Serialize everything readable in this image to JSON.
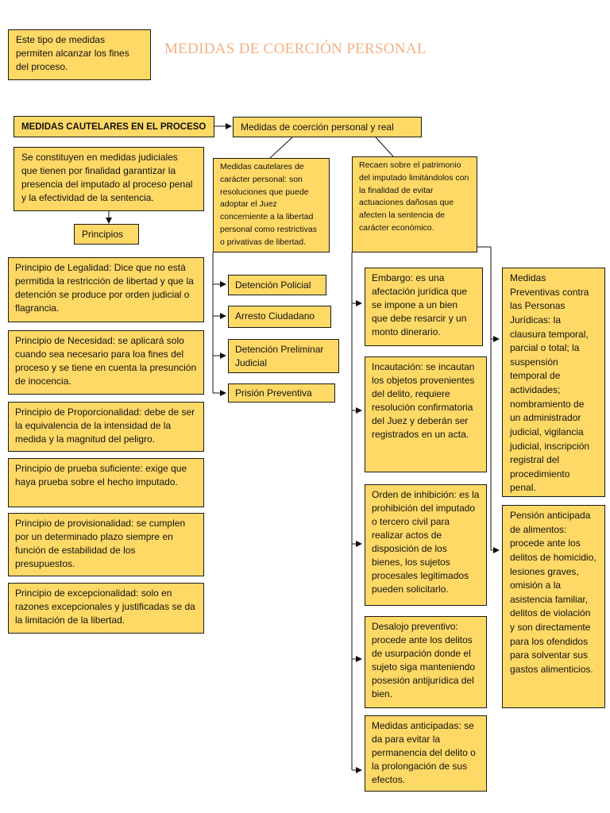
{
  "title": "MEDIDAS DE COERCIÓN PERSONAL",
  "intro": "Este tipo de medidas permiten alcanzar los fines del proceso.",
  "cautelares_header": "MEDIDAS CAUTELARES EN EL PROCESO",
  "cautelares_desc": "Se constituyen en medidas judiciales que tienen por finalidad garantizar la presencia del imputado al proceso penal y la efectividad de la sentencia.",
  "principios_label": "Principios",
  "principios": [
    "Principio de Legalidad: Dice que no está permitida la restricción de libertad y que la detención se produce por orden judicial o flagrancia.",
    "Principio de Necesidad: se aplicará solo cuando sea necesario para loa fines del proceso y se tiene en cuenta la presunción de inocencia.",
    "Principio de Proporcionalidad: debe de ser la equivalencia de la intensidad de la medida y la magnitud del peligro.",
    "Principio de prueba suficiente: exige que haya prueba sobre el hecho imputado.",
    "Principio de provisionalidad: se cumplen por un determinado plazo siempre en función de estabilidad de los presupuestos.",
    "Principio de excepcionalidad: solo en razones excepcionales y justificadas se da la limitación de la libertad."
  ],
  "coercion_header": "Medidas de coerción personal y real",
  "personal_desc": "Medidas cautelares de carácter personal: son resoluciones que puede adoptar el Juez concerniente a la libertad personal como restrictivas o privativas de libertad.",
  "personal_items": [
    "Detención Policial",
    "Arresto Ciudadano",
    "Detención Preliminar Judicial",
    "Prisión Preventiva"
  ],
  "real_desc": "Recaen sobre el patrimonio del imputado limitándolos con la finalidad de evitar actuaciones dañosas que afecten la sentencia de carácter económico.",
  "real_items": [
    "Embargo: es una afectación jurídica que se impone a un bien que debe resarcir y un monto dinerario.",
    "Incautación: se incautan los objetos provenientes del delito, requiere resolución confirmatoria del Juez y deberán ser registrados en un acta.",
    "Orden de inhibición: es la prohibición del imputado o tercero civil para realizar actos de disposición de los bienes, los sujetos procesales legitimados pueden solicitarlo.",
    "Desalojo preventivo: procede ante los delitos de usurpación donde el sujeto siga manteniendo posesión antijurídica del bien.",
    "Medidas anticipadas: se da para evitar la permanencia del delito o la prolongación de sus efectos."
  ],
  "right_items": [
    "Medidas Preventivas contra las Personas Jurídicas: la clausura temporal, parcial o total; la suspensión temporal de actividades; nombramiento de un administrador judicial, vigilancia judicial, inscripción registral del procedimiento penal.",
    "Pensión anticipada de alimentos: procede ante los delitos de homicidio, lesiones graves, omisión a la asistencia familiar, delitos de violación y son directamente para los ofendidos para solventar sus gastos alimenticios."
  ]
}
